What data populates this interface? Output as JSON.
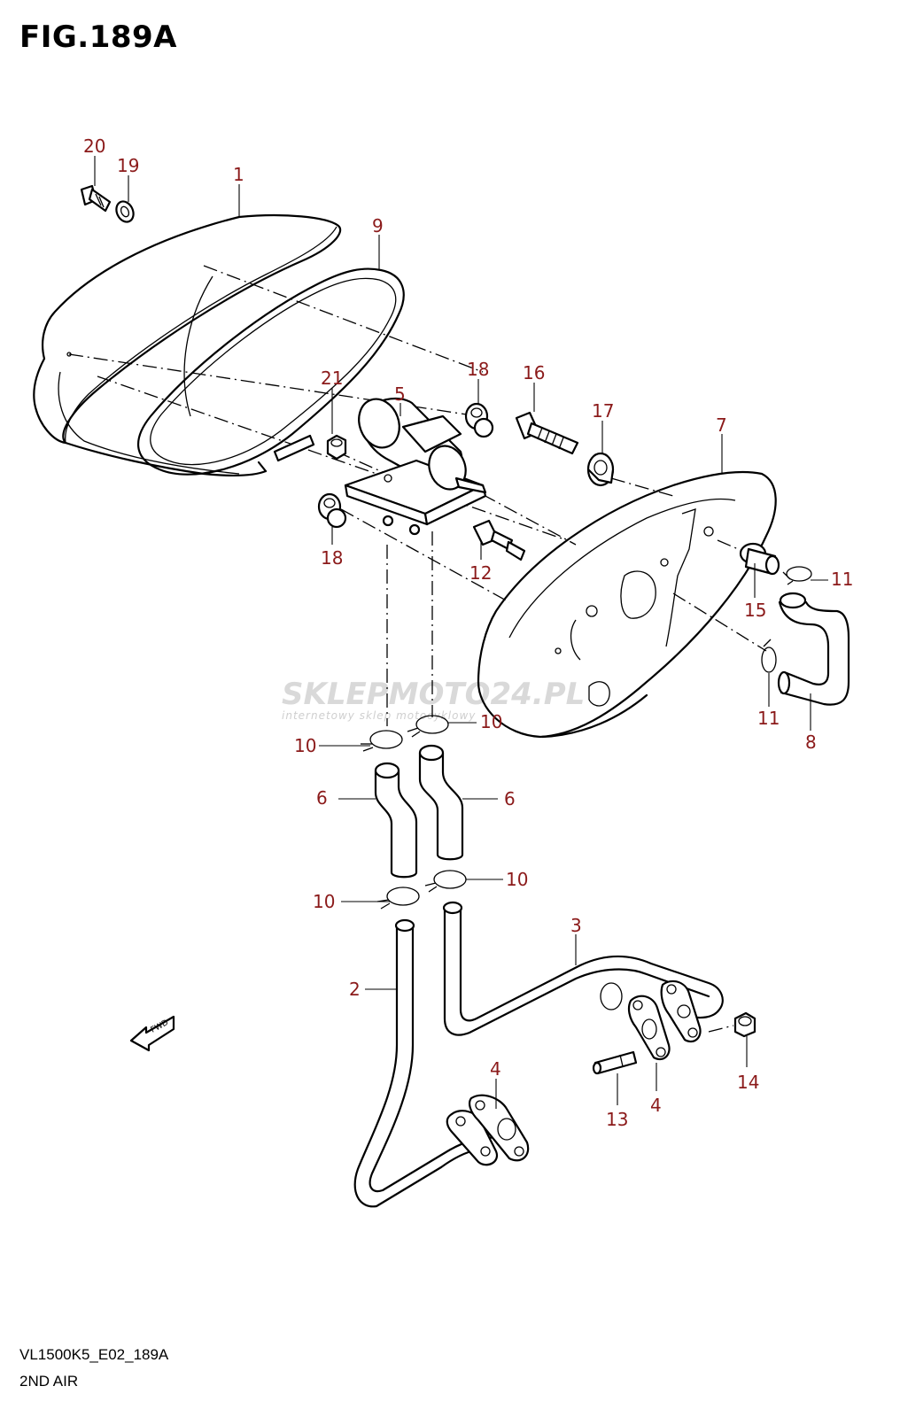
{
  "figure": {
    "title": "FIG.189A",
    "code": "VL1500K5_E02_189A",
    "name": "2ND AIR",
    "fwd_label": "FWD"
  },
  "watermark": {
    "brand": "SKLEPMOTO24.PL",
    "tagline": "internetowy sklep motocyklowy"
  },
  "callouts": [
    {
      "id": "c20",
      "text": "20"
    },
    {
      "id": "c19",
      "text": "19"
    },
    {
      "id": "c1",
      "text": "1"
    },
    {
      "id": "c9",
      "text": "9"
    },
    {
      "id": "c21",
      "text": "21"
    },
    {
      "id": "c5",
      "text": "5"
    },
    {
      "id": "c18a",
      "text": "18"
    },
    {
      "id": "c16",
      "text": "16"
    },
    {
      "id": "c17",
      "text": "17"
    },
    {
      "id": "c7",
      "text": "7"
    },
    {
      "id": "c18b",
      "text": "18"
    },
    {
      "id": "c12",
      "text": "12"
    },
    {
      "id": "c11a",
      "text": "11"
    },
    {
      "id": "c15",
      "text": "15"
    },
    {
      "id": "c11b",
      "text": "11"
    },
    {
      "id": "c8",
      "text": "8"
    },
    {
      "id": "c10a",
      "text": "10"
    },
    {
      "id": "c10b",
      "text": "10"
    },
    {
      "id": "c6a",
      "text": "6"
    },
    {
      "id": "c6b",
      "text": "6"
    },
    {
      "id": "c10c",
      "text": "10"
    },
    {
      "id": "c10d",
      "text": "10"
    },
    {
      "id": "c3",
      "text": "3"
    },
    {
      "id": "c2",
      "text": "2"
    },
    {
      "id": "c4a",
      "text": "4"
    },
    {
      "id": "c14",
      "text": "14"
    },
    {
      "id": "c13",
      "text": "13"
    },
    {
      "id": "c4b",
      "text": "4"
    }
  ],
  "colors": {
    "callout": "#8b1a1a",
    "line": "#000000",
    "watermark": "#d9d9d9"
  }
}
